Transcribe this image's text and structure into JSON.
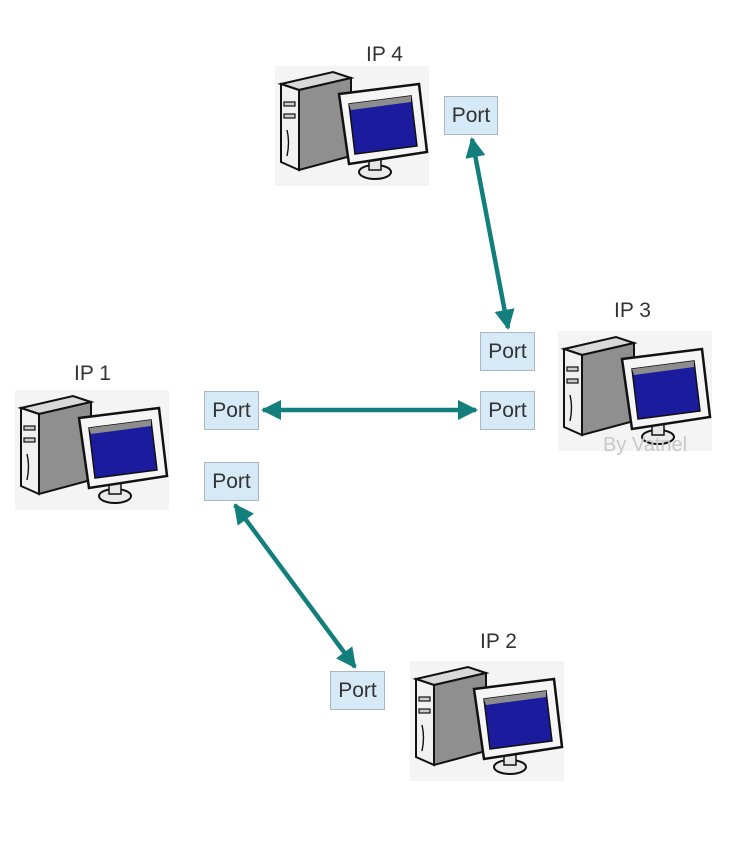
{
  "nodes": [
    {
      "id": "ip1",
      "label": "IP 1",
      "ports": [
        "Port",
        "Port"
      ]
    },
    {
      "id": "ip2",
      "label": "IP 2",
      "ports": [
        "Port"
      ]
    },
    {
      "id": "ip3",
      "label": "IP 3",
      "ports": [
        "Port",
        "Port"
      ]
    },
    {
      "id": "ip4",
      "label": "IP 4",
      "ports": [
        "Port"
      ]
    }
  ],
  "links": [
    {
      "from": "ip1.port1",
      "to": "ip3.port2"
    },
    {
      "from": "ip1.port2",
      "to": "ip2.port1"
    },
    {
      "from": "ip3.port1",
      "to": "ip4.port1"
    }
  ],
  "watermark": "By Vatnel",
  "colors": {
    "arrow": "#127f7d",
    "port_fill": "#d6e9f7",
    "port_border": "#a9b7c3",
    "monitor_screen": "#1b1b9e",
    "tower": "#8f8f8f"
  },
  "icons": {
    "computer": "desktop-computer-icon"
  }
}
